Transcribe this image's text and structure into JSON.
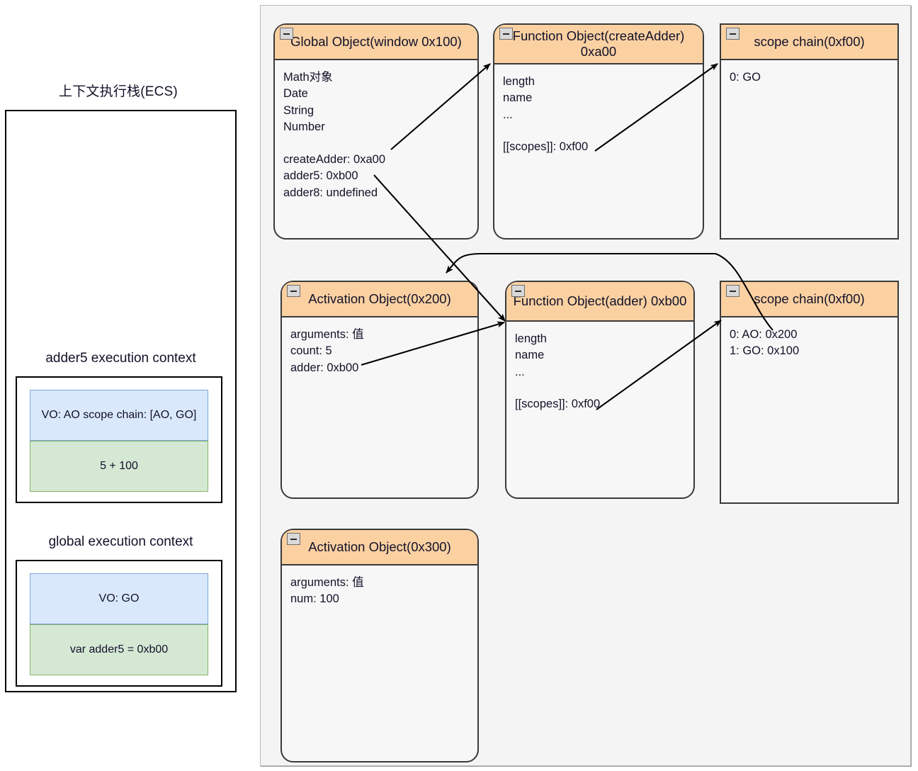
{
  "ecs": {
    "title": "上下文执行栈(ECS)",
    "contexts": [
      {
        "label": "adder5 execution context",
        "vo": "VO: AO\nscope chain: [AO, GO]",
        "code": "5 + 100"
      },
      {
        "label": "global execution context",
        "vo": "VO: GO",
        "code": "var adder5 = 0xb00"
      }
    ]
  },
  "heap": {
    "boxes": [
      {
        "id": "global-object",
        "title": "Global Object(window 0x100)",
        "body": "Math对象\nDate\nString\nNumber",
        "body2": "createAdder: 0xa00\nadder5: 0xb00\nadder8: undefined",
        "collapse_icon": "minus-icon"
      },
      {
        "id": "function-object-createadder",
        "title": "Function Object(createAdder)\n0xa00",
        "body": "length\nname\n...",
        "body2": "[[scopes]]: 0xf00",
        "collapse_icon": "minus-icon"
      },
      {
        "id": "scope-chain-top",
        "title": "scope chain(0xf00)",
        "body": "0: GO",
        "body2": "",
        "collapse_icon": "minus-icon"
      },
      {
        "id": "activation-object-200",
        "title": "Activation Object(0x200)",
        "body": "arguments: 值\ncount: 5\nadder: 0xb00",
        "body2": "",
        "collapse_icon": "minus-icon"
      },
      {
        "id": "function-object-adder",
        "title": "Function Object(adder)\n0xb00",
        "body": "length\nname\n...",
        "body2": "[[scopes]]: 0xf00",
        "collapse_icon": "minus-icon"
      },
      {
        "id": "scope-chain-bottom",
        "title": "scope chain(0xf00)",
        "body": "0: AO: 0x200\n1: GO: 0x100",
        "body2": "",
        "collapse_icon": "minus-icon"
      },
      {
        "id": "activation-object-300",
        "title": "Activation Object(0x300)",
        "body": "arguments: 值\nnum: 100",
        "body2": "",
        "collapse_icon": "minus-icon"
      }
    ]
  },
  "colors": {
    "header_fill": "#fbd1a2",
    "box_border": "#3a3a3a",
    "vo_fill": "#dae8fc",
    "vo_border": "#7ea6d9",
    "code_fill": "#d5e8d4",
    "code_border": "#82b366",
    "canvas_fill": "#f4f4f4",
    "arrow_stroke": "#000000"
  }
}
